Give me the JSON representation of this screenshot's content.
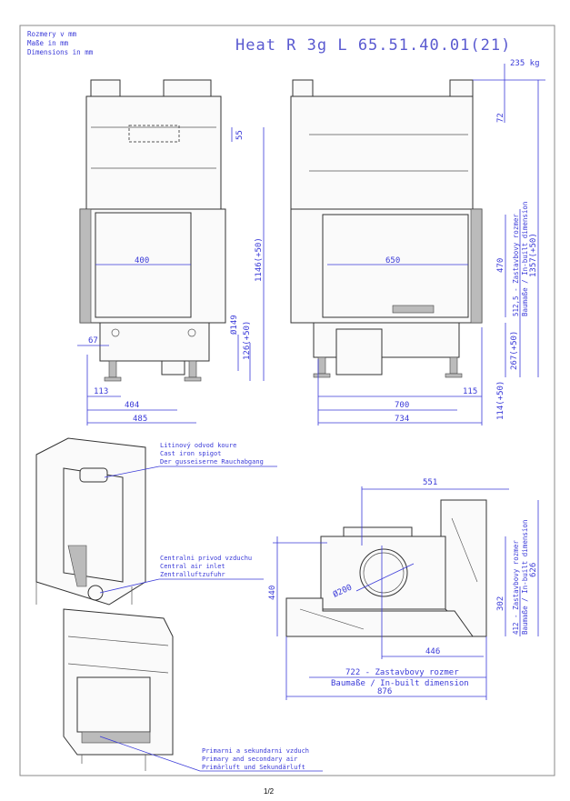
{
  "header": {
    "units": [
      "Rozmery v mm",
      "Maße in mm",
      "Dimensions in mm"
    ],
    "title": "Heat R 3g L 65.51.40.01(21)",
    "weight": "235 kg"
  },
  "front_view": {
    "dims": {
      "d55": "55",
      "d400": "400",
      "d1146": "1146(+50)",
      "d149": "Ø149",
      "d126": "126(+50)",
      "d67": "67",
      "d113": "113",
      "d404": "404",
      "d485": "485"
    }
  },
  "side_view": {
    "dims": {
      "d72": "72",
      "d650": "650",
      "d470": "470",
      "d512": "512,5 - Zastavbovy rozmer",
      "inbuilt": "Baumaße / In-built dimension",
      "d1357": "1357(+50)",
      "d267": "267(+50)",
      "d114": "114(+50)",
      "d115": "115",
      "d700": "700",
      "d734": "734"
    }
  },
  "plan_view": {
    "dims": {
      "d551": "551",
      "d200": "Ø200",
      "d440": "440",
      "d446": "446",
      "d302": "302",
      "d412": "412 - Zastavbovy rozmer",
      "inbuilt_v": "Baumaße / In-built dimension",
      "d626": "626",
      "d722": "722 - Zastavbovy rozmer",
      "inbuilt_h": "Baumaße / In-built dimension",
      "d876": "876"
    }
  },
  "callouts": {
    "spigot": [
      "Litinový odvod koure",
      "Cast iron spigot",
      "Der gusseiserne Rauchabgang"
    ],
    "air_inlet": [
      "Centralni privod vzduchu",
      "Central air inlet",
      "Zentralluftzufuhr"
    ],
    "primary_air": [
      "Primarni a sekundarni vzduch",
      "Primary and secondary air",
      "Primärluft und Sekundärluft"
    ]
  },
  "footer": {
    "page": "1/2"
  }
}
